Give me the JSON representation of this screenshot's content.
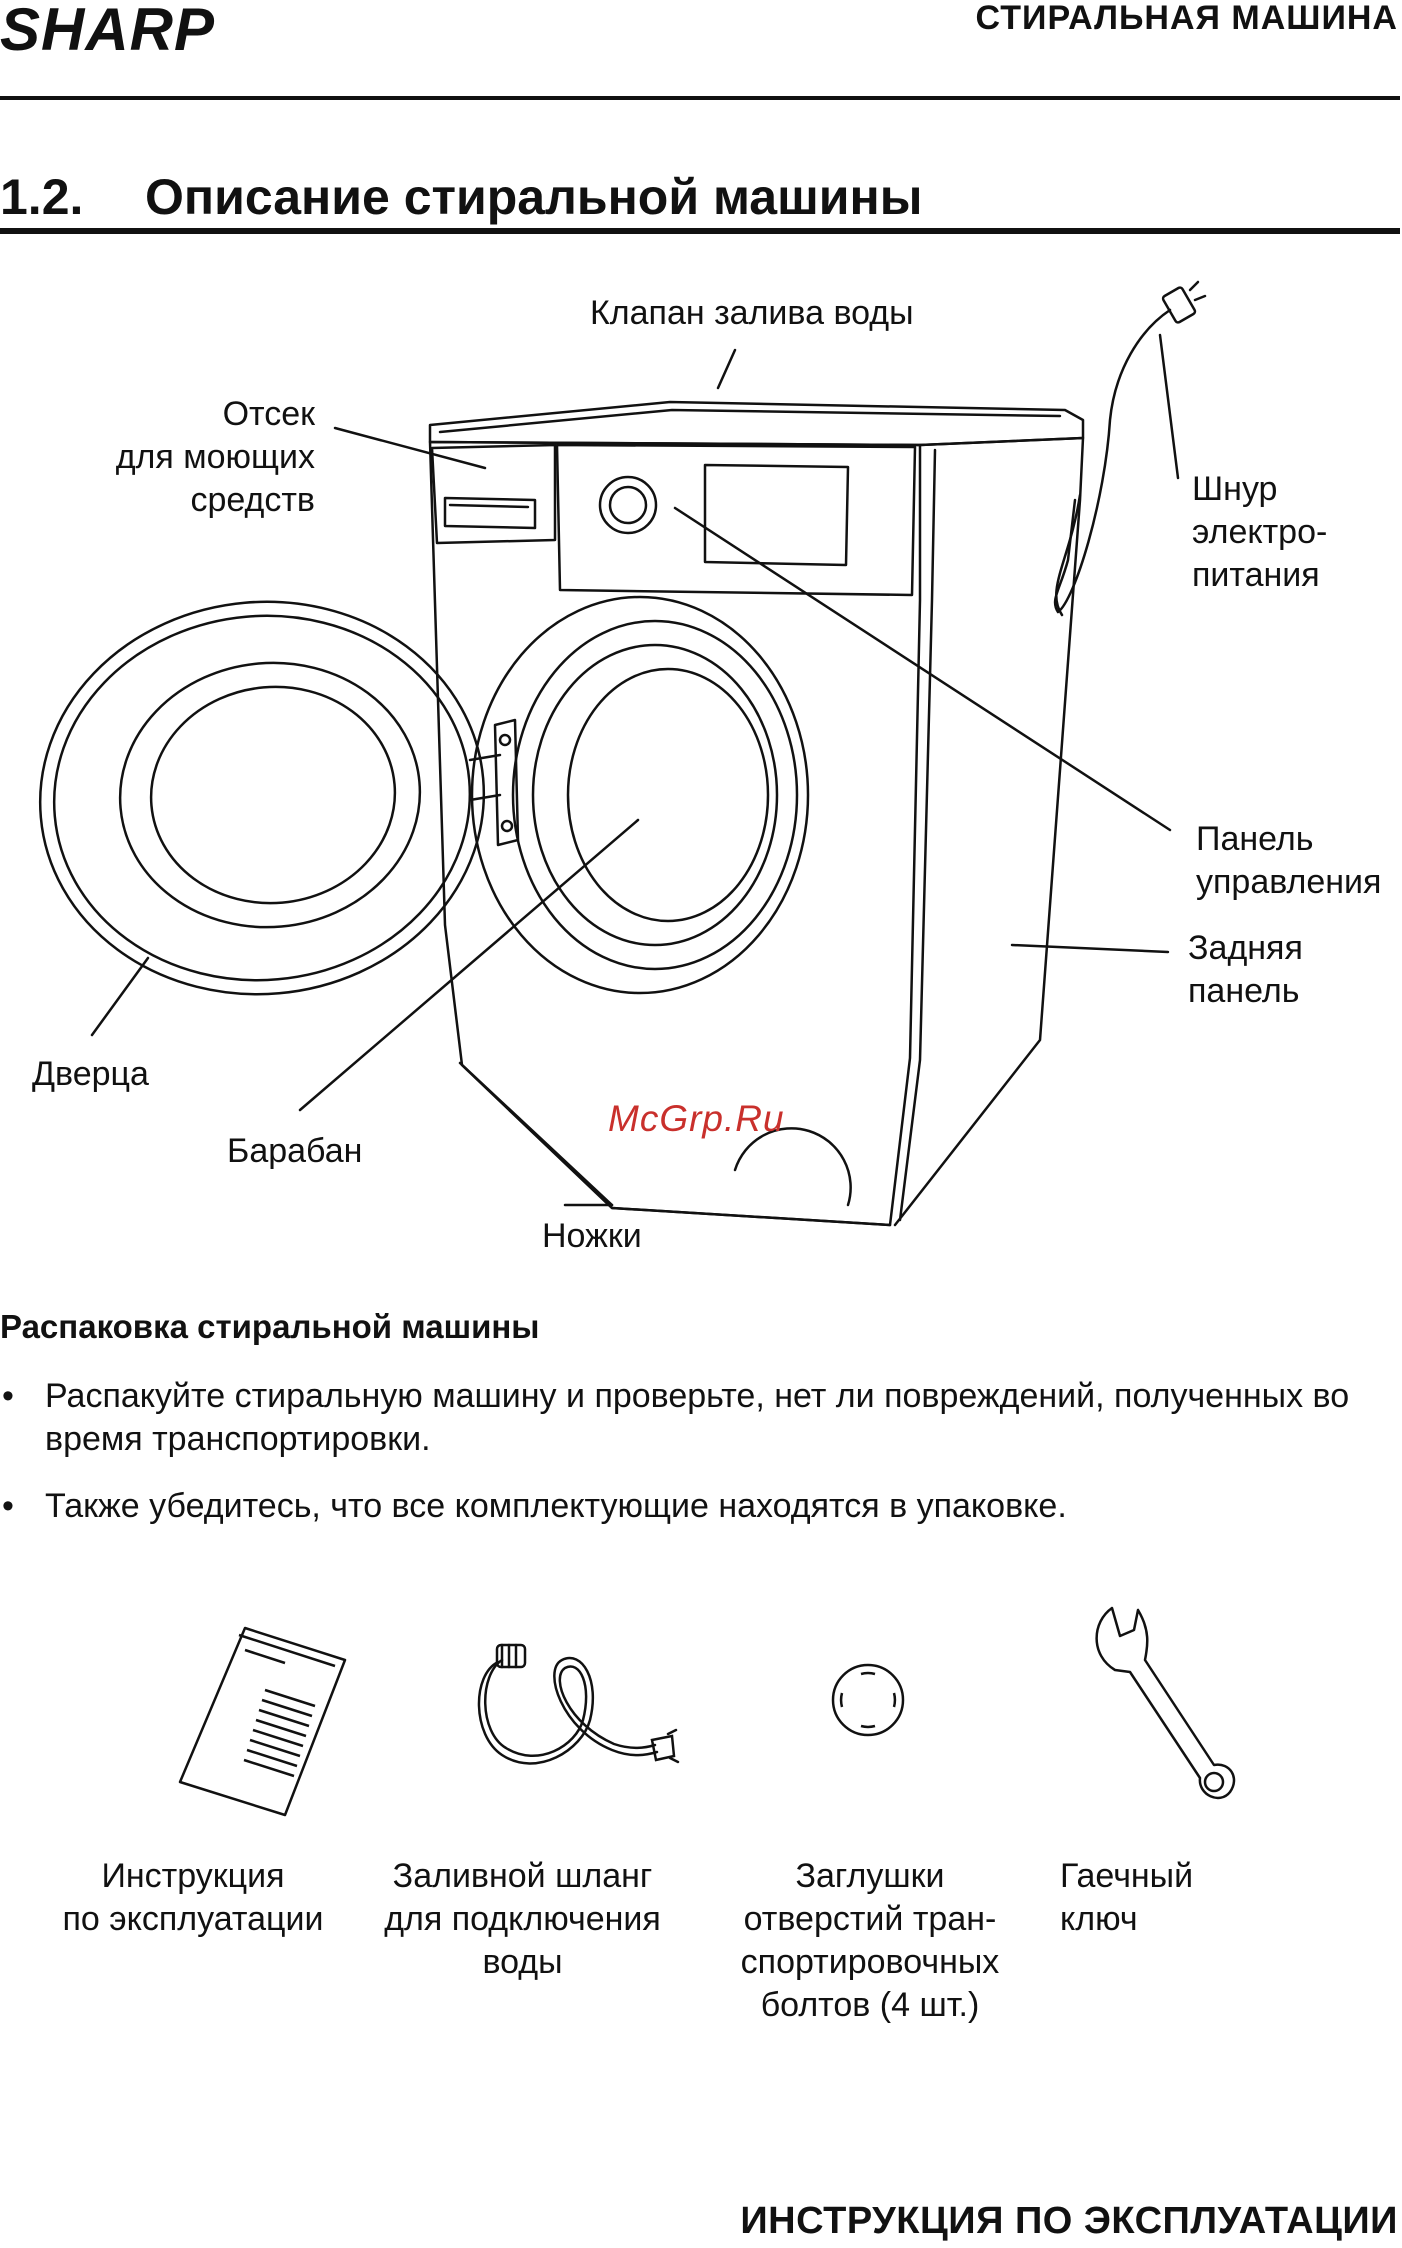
{
  "header": {
    "logo_text": "SHARP",
    "title": "СТИРАЛЬНАЯ МАШИНА"
  },
  "section": {
    "number": "1.2.",
    "title": "Описание стиральной машины"
  },
  "diagram_labels": {
    "inlet_valve": "Клапан залива воды",
    "detergent_drawer": [
      "Отсек",
      "для моющих",
      "средств"
    ],
    "power_cord": [
      "Шнур",
      "электро-",
      "питания"
    ],
    "control_panel": [
      "Панель",
      "управления"
    ],
    "back_panel": [
      "Задняя",
      "панель"
    ],
    "door": "Дверца",
    "drum": "Барабан",
    "feet": "Ножки"
  },
  "watermark": "McGrp.Ru",
  "unpacking": {
    "heading": "Распаковка стиральной машины",
    "bullets": [
      "Распакуйте стиральную машину и проверьте, нет ли повреждений, полученных во время транспортировки.",
      "Также убедитесь, что все комплектующие находятся в упаковке."
    ]
  },
  "accessories": [
    {
      "icon": "manual-icon",
      "label": "Инструкция\nпо эксплуатации"
    },
    {
      "icon": "inlet-hose-icon",
      "label": "Заливной шланг\nдля подключения\nводы"
    },
    {
      "icon": "bolt-cover-icon",
      "label": "Заглушки\nотверстий тран-\nспортировочных\nболтов (4 шт.)"
    },
    {
      "icon": "wrench-icon",
      "label": "Гаечный\nключ"
    }
  ],
  "footer": {
    "title": "ИНСТРУКЦИЯ ПО ЭКСПЛУАТАЦИИ"
  }
}
